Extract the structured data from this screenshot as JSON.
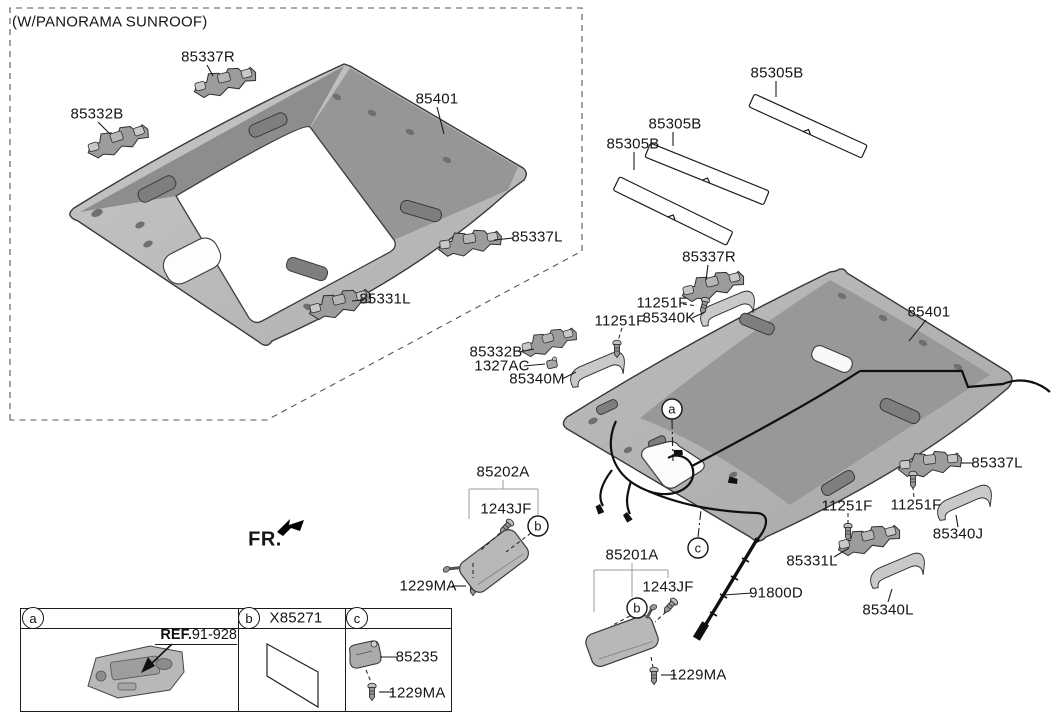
{
  "note": "(W/PANORAMA SUNROOF)",
  "fr_label": "FR.",
  "callouts": {
    "a": "a",
    "b": "b",
    "c": "c"
  },
  "labels": [
    {
      "id": "sunroof-85337R",
      "text": "85337R"
    },
    {
      "id": "sunroof-85332B",
      "text": "85332B"
    },
    {
      "id": "sunroof-85401",
      "text": "85401"
    },
    {
      "id": "sunroof-85337L",
      "text": "85337L"
    },
    {
      "id": "sunroof-85331L",
      "text": "85331L"
    },
    {
      "id": "pad-85305B-1",
      "text": "85305B"
    },
    {
      "id": "pad-85305B-2",
      "text": "85305B"
    },
    {
      "id": "pad-85305B-3",
      "text": "85305B"
    },
    {
      "id": "main-85337R",
      "text": "85337R"
    },
    {
      "id": "main-11251F-1",
      "text": "11251F"
    },
    {
      "id": "main-85340K",
      "text": "85340K"
    },
    {
      "id": "main-11251F-2",
      "text": "11251F"
    },
    {
      "id": "main-85401",
      "text": "85401"
    },
    {
      "id": "main-85332B",
      "text": "85332B"
    },
    {
      "id": "main-1327AC",
      "text": "1327AC"
    },
    {
      "id": "main-85340M",
      "text": "85340M"
    },
    {
      "id": "main-85337L",
      "text": "85337L"
    },
    {
      "id": "main-11251F-3",
      "text": "11251F"
    },
    {
      "id": "main-11251F-4",
      "text": "11251F"
    },
    {
      "id": "main-85340J",
      "text": "85340J"
    },
    {
      "id": "main-85331L",
      "text": "85331L"
    },
    {
      "id": "main-85340L",
      "text": "85340L"
    },
    {
      "id": "main-91800D",
      "text": "91800D"
    },
    {
      "id": "visor-85202A",
      "text": "85202A"
    },
    {
      "id": "visor-1243JF-1",
      "text": "1243JF"
    },
    {
      "id": "visor-1229MA-1",
      "text": "1229MA"
    },
    {
      "id": "visor-85201A",
      "text": "85201A"
    },
    {
      "id": "visor-1243JF-2",
      "text": "1243JF"
    },
    {
      "id": "visor-1229MA-2",
      "text": "1229MA"
    }
  ],
  "table": {
    "header_b_part": "X85271",
    "ref_prefix": "REF.",
    "ref_number": "91-928",
    "cell_c_part": "85235",
    "cell_c_screw": "1229MA"
  }
}
